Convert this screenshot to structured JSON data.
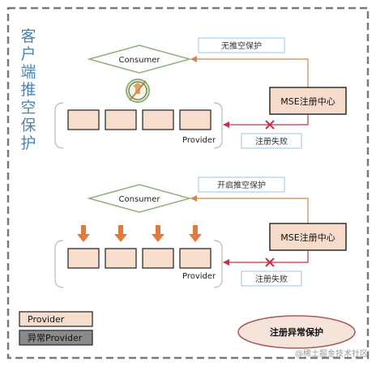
{
  "title": "客户端推空保护",
  "top_section": {
    "consumer_label": "Consumer",
    "status_label": "无推空保护",
    "registry_label": "MSE注册中心",
    "fail_label": "注册失败",
    "provider_label": "Provider",
    "provider_box_count": 4,
    "status_icon": "no-push-icon"
  },
  "bottom_section": {
    "consumer_label": "Consumer",
    "status_label": "开启推空保护",
    "registry_label": "MSE注册中心",
    "fail_label": "注册失败",
    "provider_label": "Provider",
    "provider_box_count": 4
  },
  "legend": {
    "normal_label": "Provider",
    "abnormal_label": "异常Provider"
  },
  "badge_label": "注册异常保护",
  "watermark": "@稀土掘金技术社区",
  "colors": {
    "border_dashed": "#7a7a7a",
    "title_blue": "#4a86b4",
    "consumer_green": "#8fb07a",
    "status_box_blue": "#9fc0de",
    "registry_fill": "#f8dccb",
    "registry_border": "#2e2e2e",
    "provider_fill": "#f6ddcc",
    "arrow_orange": "#c9894f",
    "fail_red": "#c9304a",
    "down_arrow": "#e07b39",
    "abnormal_fill": "#8a8a8a",
    "badge_fill": "#f6e4da",
    "badge_stroke": "#a85a5a"
  }
}
